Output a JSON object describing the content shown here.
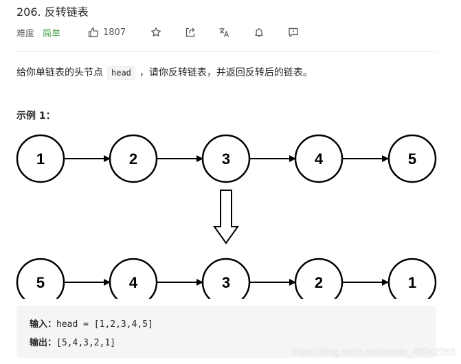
{
  "problem": {
    "title": "206. 反转链表",
    "difficulty_label": "难度",
    "difficulty_value": "简单",
    "likes": "1807"
  },
  "description": {
    "before": "给你单链表的头节点",
    "code": "head",
    "after": "，请你反转链表，并返回反转后的链表。"
  },
  "example": {
    "title": "示例 1：",
    "input_label": "输入：",
    "input_value": "head = [1,2,3,4,5]",
    "output_label": "输出：",
    "output_value": "[5,4,3,2,1]"
  },
  "diagram": {
    "top_row": [
      "1",
      "2",
      "3",
      "4",
      "5"
    ],
    "bottom_row": [
      "5",
      "4",
      "3",
      "2",
      "1"
    ]
  },
  "watermark": "https://blog.csdn.net/weixin_45942265",
  "icons": {
    "like": "thumbs-up-icon",
    "star": "star-icon",
    "share": "share-icon",
    "translate": "translate-icon",
    "notify": "bell-icon",
    "feedback": "feedback-icon"
  },
  "colors": {
    "difficulty_easy": "#43a047",
    "text": "#262626",
    "muted": "#595959",
    "code_bg": "#f5f5f5"
  }
}
